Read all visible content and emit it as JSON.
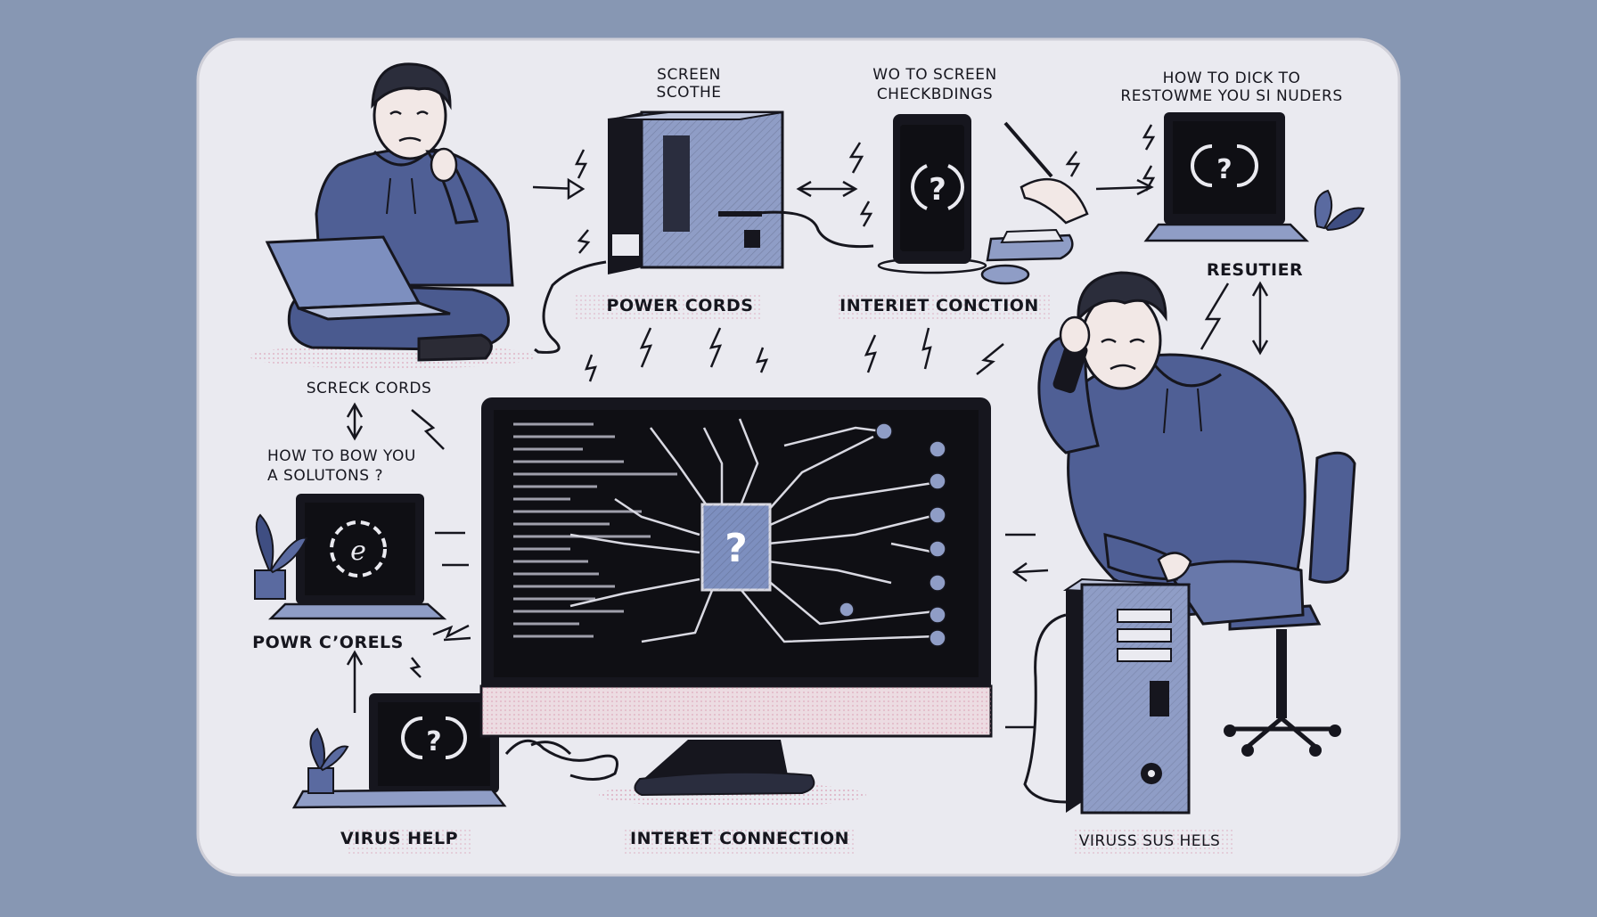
{
  "labels": {
    "screen_scothe": [
      "SCREEN",
      "SCOTHE"
    ],
    "wo_to_screen": [
      "WO TO SCREEN",
      "CHECKBDINGS"
    ],
    "how_to_dick": [
      "HOW TO DICK TO",
      "RESTOWME YOU SI NUDERS"
    ],
    "power_cords": "POWER CORDS",
    "interet_conction": "INTERIET CONCTION",
    "resutier": "RESUTIER",
    "screck_cords": "SCRECK CORDS",
    "how_to_bow": [
      "HOW TO BOW YOU",
      "A SOLUTONS ?"
    ],
    "powr_corels": "POWR C’ORELS",
    "virus_help": "VIRUS HELP",
    "interet_connection": "INTERET CONNECTION",
    "viruss_sus_hels": "VIRUSS SUS HELS"
  },
  "glyphs": {
    "question": "?"
  },
  "colors": {
    "background": "#8797b3",
    "paper": "#eaeaf0",
    "ink": "#16161e",
    "hoodie_blue": "#4f5f95",
    "denim": "#6878aa",
    "accent_pink": "#e9a3b8",
    "screen_black": "#0f0f14",
    "chip_blue": "#7d8fbf"
  },
  "icons": [
    "person-with-laptop-icon",
    "desktop-tower-icon",
    "tablet-question-icon",
    "laptop-question-icon",
    "worried-person-phone-icon",
    "laptop-settings-icon",
    "laptop-help-icon",
    "monitor-circuit-icon",
    "pc-tower-icon",
    "office-chair-icon",
    "plant-icon",
    "lightning-icon",
    "arrow-icon",
    "cable-icon",
    "mouse-icon",
    "router-icon"
  ]
}
